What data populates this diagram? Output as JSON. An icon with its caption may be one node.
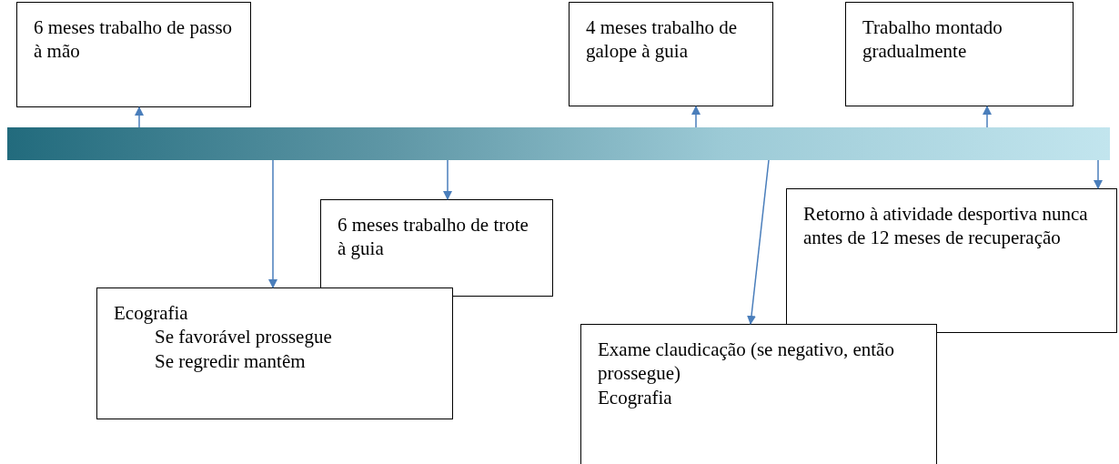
{
  "diagram": {
    "nodes": [
      {
        "text": [],
        "shape": "bar"
      },
      {
        "text": [
          "6 meses trabalho de passo à mão"
        ]
      },
      {
        "text": [
          "4 meses trabalho de galope à guia"
        ]
      },
      {
        "text": [
          "Trabalho montado gradualmente"
        ]
      },
      {
        "text": [
          "6 meses trabalho de trote à guia"
        ]
      },
      {
        "text": [
          "Ecografia",
          "Se favorável prossegue",
          "Se regredir mantêm"
        ]
      },
      {
        "text": [
          "Retorno à atividade desportiva nunca antes de 12 meses de recuperação"
        ]
      },
      {
        "text": [
          "Exame claudicação (se negativo, então prossegue)",
          "Ecografia"
        ]
      }
    ],
    "edges": [
      {
        "from": 0,
        "to": 1,
        "arrow": "to"
      },
      {
        "from": 0,
        "to": 5,
        "arrow": "to"
      },
      {
        "from": 0,
        "to": 4,
        "arrow": "to"
      },
      {
        "from": 0,
        "to": 2,
        "arrow": "to"
      },
      {
        "from": 0,
        "to": 7,
        "arrow": "to"
      },
      {
        "from": 0,
        "to": 3,
        "arrow": "to"
      },
      {
        "from": 0,
        "to": 6,
        "arrow": "to"
      }
    ]
  }
}
